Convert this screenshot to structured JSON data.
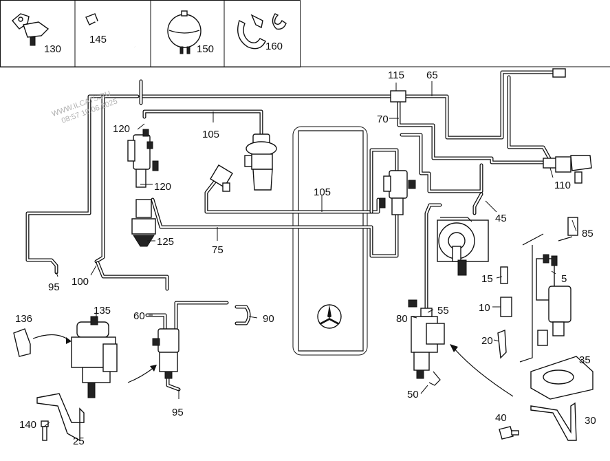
{
  "watermark": {
    "line1": "WWW.ILCATS.RU",
    "line2": "08:57 10.06.2025"
  },
  "parts": {
    "p5": "5",
    "p10": "10",
    "p15": "15",
    "p20": "20",
    "p25": "25",
    "p30": "30",
    "p35": "35",
    "p40": "40",
    "p45": "45",
    "p50": "50",
    "p55": "55",
    "p60": "60",
    "p65": "65",
    "p70": "70",
    "p75": "75",
    "p80": "80",
    "p85": "85",
    "p90": "90",
    "p95a": "95",
    "p95b": "95",
    "p100": "100",
    "p105a": "105",
    "p105b": "105",
    "p110": "110",
    "p115": "115",
    "p120a": "120",
    "p120b": "120",
    "p125": "125",
    "p130": "130",
    "p135": "135",
    "p136": "136",
    "p140": "140",
    "p145": "145",
    "p150": "150",
    "p160": "160"
  },
  "colors": {
    "line": "#111111",
    "background": "#ffffff",
    "watermark": "#b0b0b0"
  }
}
